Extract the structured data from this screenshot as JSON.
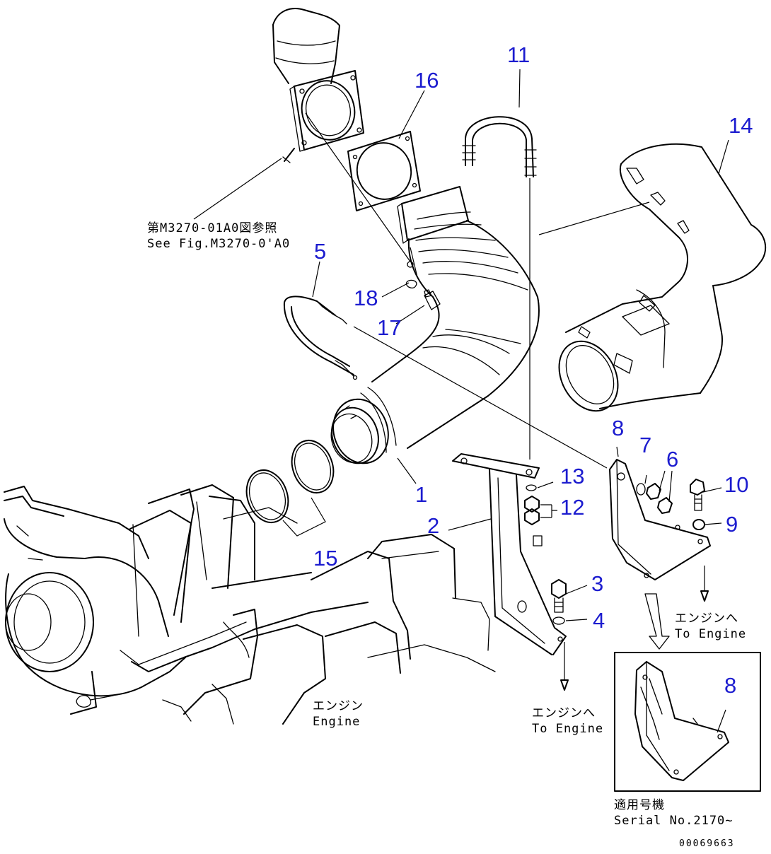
{
  "callouts": {
    "c1": "1",
    "c2": "2",
    "c3": "3",
    "c4": "4",
    "c5": "5",
    "c6": "6",
    "c7": "7",
    "c8": "8",
    "c9": "9",
    "c10": "10",
    "c11": "11",
    "c12": "12",
    "c13": "13",
    "c14": "14",
    "c15": "15",
    "c16": "16",
    "c17": "17",
    "c18": "18",
    "c8_inset": "8"
  },
  "notes": {
    "ref_jp": "第M3270-01A0図参照",
    "ref_en": "See Fig.M3270-0'A0",
    "engine_jp": "エンジン",
    "engine_en": "Engine",
    "to_engine_left_jp": "エンジンへ",
    "to_engine_left_en": "To Engine",
    "to_engine_right_jp": "エンジンへ",
    "to_engine_right_en": "To Engine",
    "serial_jp": "適用号機",
    "serial_en": "Serial No.2170~"
  },
  "document_id": "00069663",
  "colors": {
    "callout": "#1c1ccf",
    "line": "#000000",
    "background": "#ffffff"
  }
}
